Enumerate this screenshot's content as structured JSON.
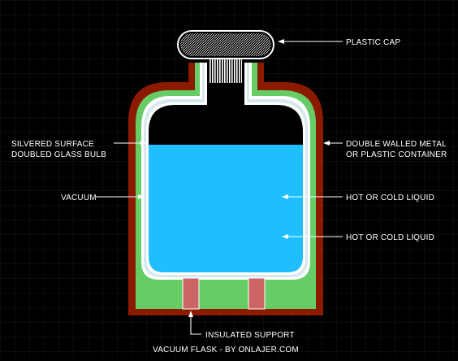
{
  "labels": {
    "plastic_cap": "PLASTIC CAP",
    "silvered_line1": "SILVERED SURFACE",
    "silvered_line2": "DOUBLED GLASS BULB",
    "double_walled_line1": "DOUBLE WALLED METAL",
    "double_walled_line2": "OR PLASTIC CONTAINER",
    "vacuum": "VACUUM",
    "liquid_1": "HOT OR COLD LIQUID",
    "liquid_2": "HOT OR COLD LIQUID",
    "insulated_support": "INSULATED SUPPORT",
    "footer": "VACUUM FLASK - BY ONLAJER.COM"
  },
  "colors": {
    "background": "#000000",
    "outer_wall": "#8b1a00",
    "insulation": "#66cc66",
    "glass_wall": "#ffffff",
    "liquid": "#1fbfff",
    "vacuum_gap": "#d8e8ef",
    "support": "#cc6666",
    "cap": "#ffffff",
    "grid": "#1a1a1a",
    "text": "#ffffff"
  }
}
